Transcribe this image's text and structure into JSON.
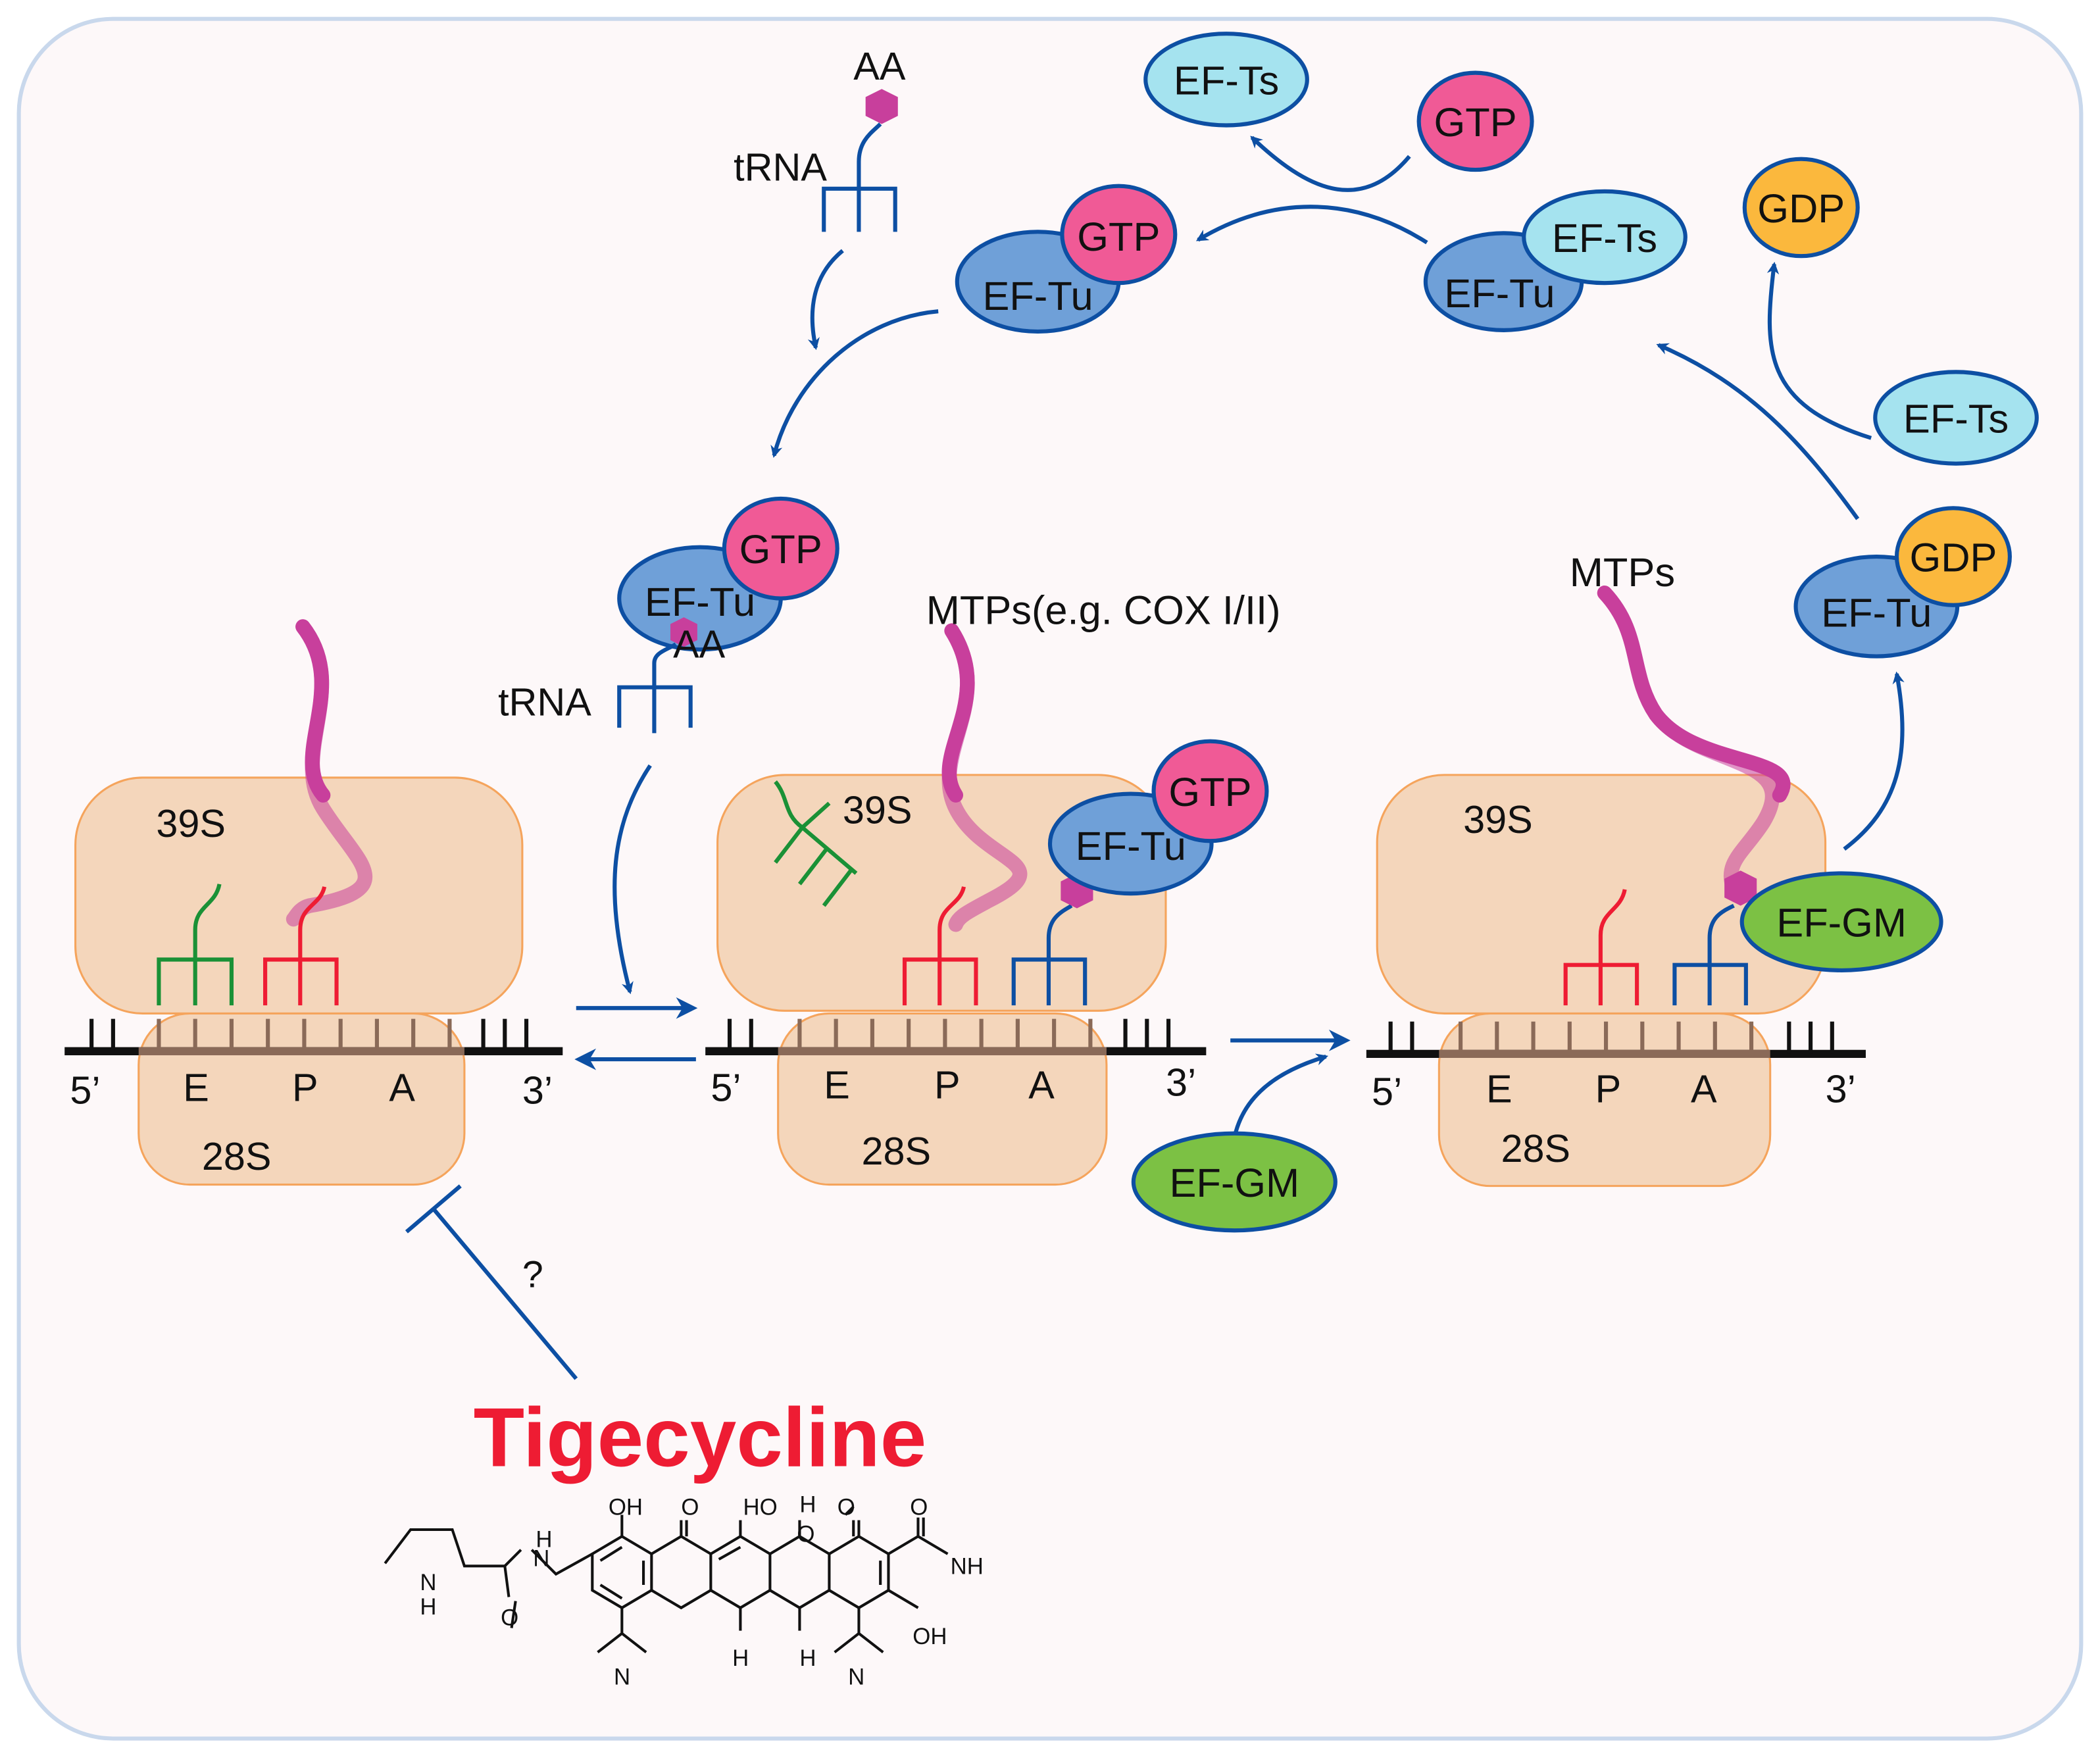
{
  "labels": {
    "aa": "AA",
    "trna": "tRNA",
    "ef_ts": "EF-Ts",
    "ef_tu": "EF-Tu",
    "gtp": "GTP",
    "gdp": "GDP",
    "ef_gm": "EF-GM",
    "large_subunit": "39S",
    "small_subunit": "28S",
    "site_e": "E",
    "site_p": "P",
    "site_a": "A",
    "five_prime": "5’",
    "three_prime": "3’",
    "mtps_example": "MTPs(e.g. COX I/II)",
    "mtps": "MTPs",
    "question": "?",
    "drug": "Tigecycline"
  },
  "structure": {
    "oh": "OH",
    "ho": "HO",
    "o": "O",
    "h": "H",
    "nh": "NH",
    "n": "N"
  },
  "colors": {
    "frame_bg": "#fdf8f9",
    "frame_stroke": "#c9d8ec",
    "subunit_fill": "#f4d6bb",
    "subunit_stroke": "#f5a45c",
    "peptide": "#c83f9c",
    "arrow": "#0d4fa3",
    "ef_tu": "#6fa0d8",
    "ef_ts": "#a5e3ef",
    "gtp": "#f05a96",
    "gdp": "#fbb83d",
    "ef_gm": "#7cc144",
    "e_site_trna": "#1a9136",
    "p_site_trna": "#ee1c33",
    "drug_text": "#ee1c33"
  }
}
